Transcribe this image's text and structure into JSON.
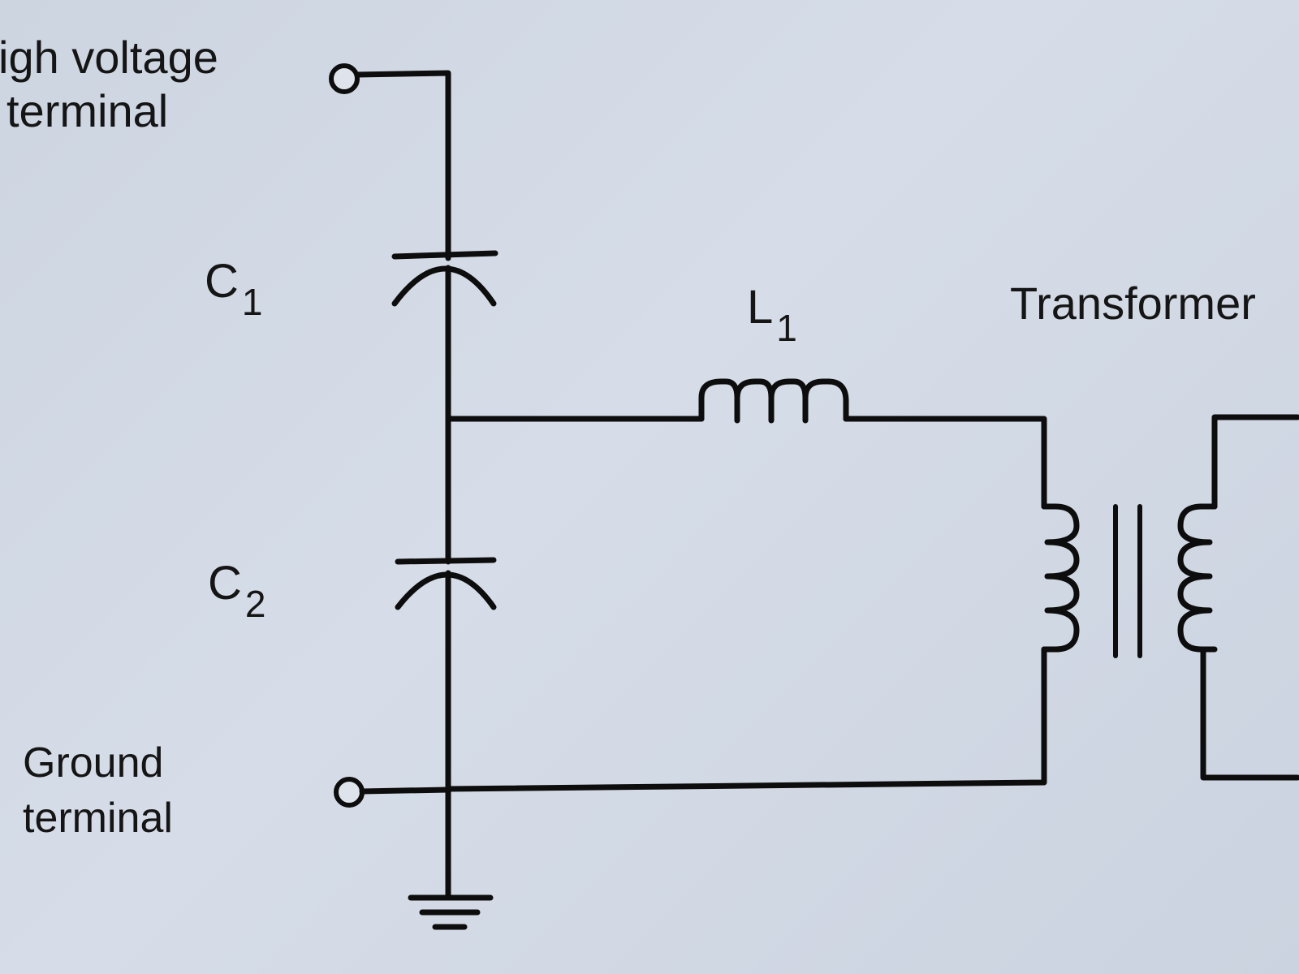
{
  "labels": {
    "high_voltage_line1": "igh voltage",
    "high_voltage_line2": "terminal",
    "c1_main": "C",
    "c1_sub": "1",
    "c2_main": "C",
    "c2_sub": "2",
    "l1_main": "L",
    "l1_sub": "1",
    "transformer": "Transformer",
    "ground_line1": "Ground",
    "ground_line2": "terminal"
  },
  "colors": {
    "background": "#cdd5e1",
    "ink": "#0d0d0d"
  }
}
